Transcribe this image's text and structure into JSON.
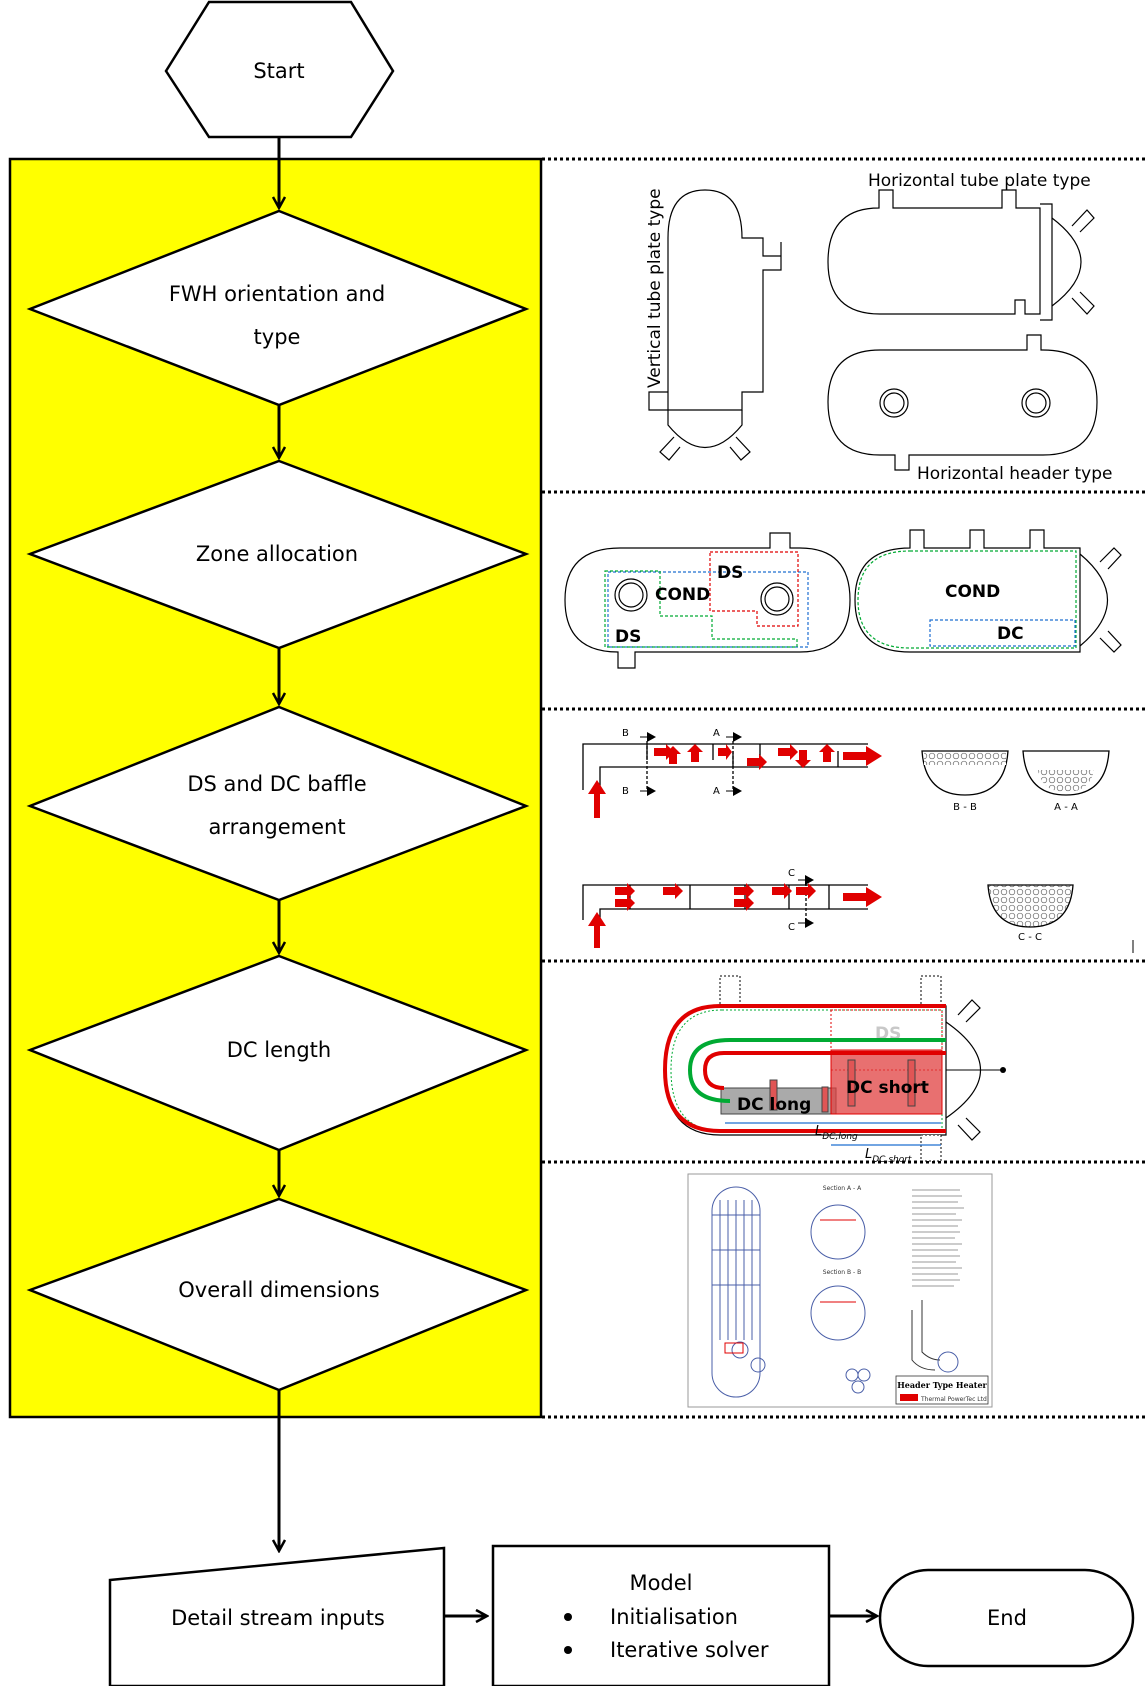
{
  "flow": {
    "start": "Start",
    "steps": [
      {
        "line1": "FWH orientation and",
        "line2": "type"
      },
      {
        "line1": "Zone allocation",
        "line2": ""
      },
      {
        "line1": "DS and DC baffle",
        "line2": "arrangement"
      },
      {
        "line1": "DC length",
        "line2": ""
      },
      {
        "line1": "Overall dimensions",
        "line2": ""
      }
    ],
    "detail_inputs": "Detail stream inputs",
    "model": {
      "title": "Model",
      "items": [
        "Initialisation",
        "Iterative solver"
      ]
    },
    "end": "End"
  },
  "panels": {
    "orientation": {
      "vertical": "Vertical tube plate type",
      "horizontal_tube": "Horizontal tube plate type",
      "horizontal_header": "Horizontal header type"
    },
    "zones": {
      "left": [
        "DS",
        "COND",
        "DS"
      ],
      "right": [
        "COND",
        "DC"
      ]
    },
    "baffles": {
      "sections": [
        "B",
        "B",
        "A",
        "A",
        "C",
        "C"
      ],
      "captions": [
        "B - B",
        "A - A",
        "C - C"
      ]
    },
    "dc_length": {
      "ds": "DS",
      "long": "DC long",
      "short": "DC short",
      "l_long": "L",
      "l_long_sub": "DC,long",
      "l_short": "L",
      "l_short_sub": "DC,short"
    },
    "drawing": {
      "title": "Header Type Heater",
      "company": "Thermal PowerTec Ltd",
      "section_aa": "Section A - A",
      "section_bb": "Section B - B"
    }
  },
  "colors": {
    "highlight": "#ffff00",
    "arrow": "#e00000",
    "green": "#00aa33",
    "blue": "#1f6fd1"
  }
}
